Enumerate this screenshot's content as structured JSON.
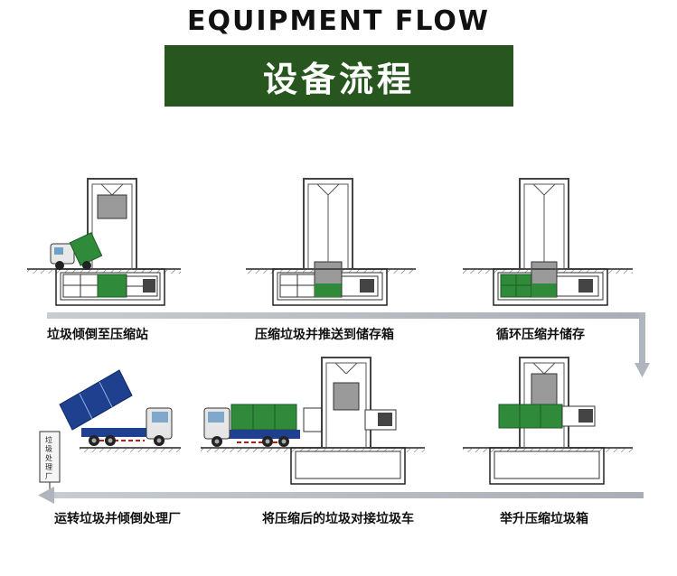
{
  "header": {
    "title_en": "EQUIPMENT FLOW",
    "title_cn": "设备流程"
  },
  "steps": [
    {
      "label": "垃圾倾倒至压缩站"
    },
    {
      "label": "压缩垃圾并推送到储存箱"
    },
    {
      "label": "循环压缩并储存"
    },
    {
      "label": "举升压缩垃圾箱"
    },
    {
      "label": "将压缩后的垃圾对接垃圾车"
    },
    {
      "label": "运转垃圾并倾倒处理厂"
    }
  ],
  "sign": {
    "text": [
      "垃",
      "圾",
      "处",
      "理",
      "厂"
    ]
  },
  "colors": {
    "banner": "#27571f",
    "compactor_green": "#2f8a3a",
    "truck_blue": "#1f3f8f",
    "arrow_gray": "#b8bdc4"
  }
}
